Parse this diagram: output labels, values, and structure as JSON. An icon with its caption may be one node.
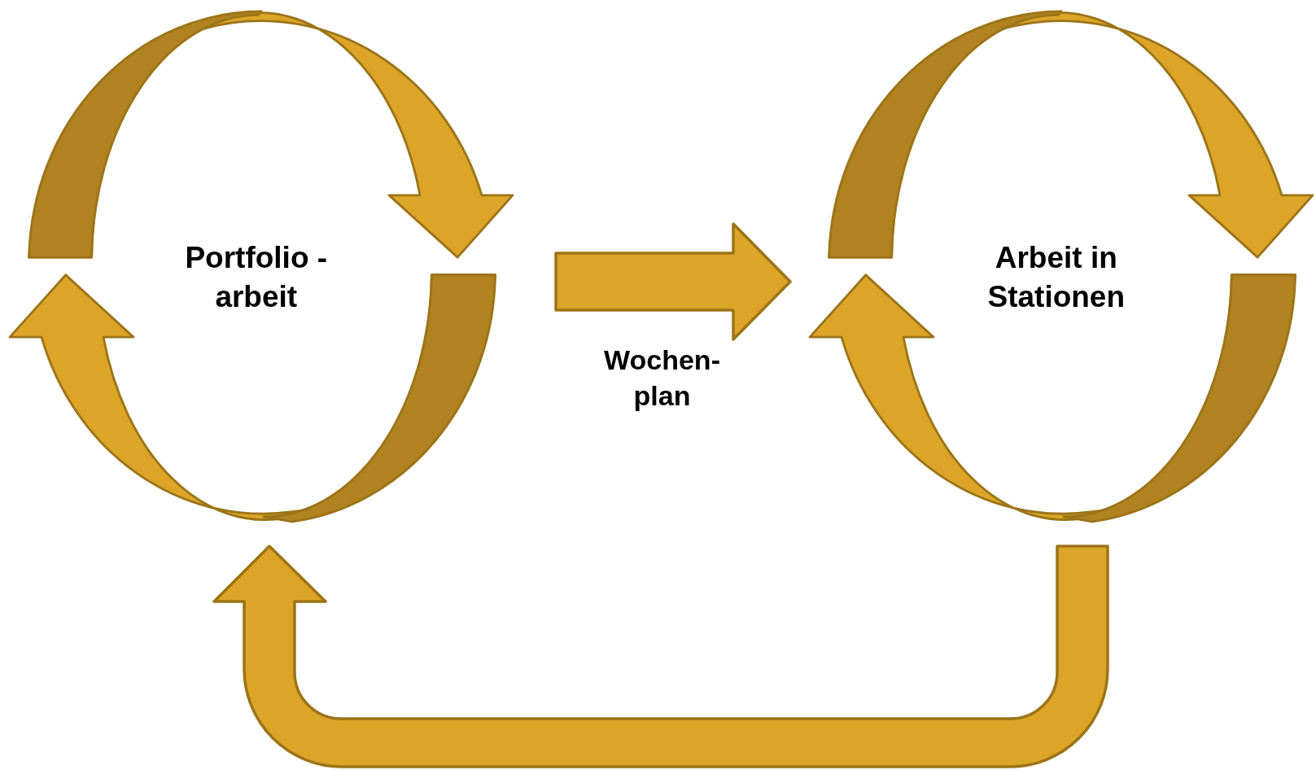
{
  "diagram": {
    "nodes": [
      {
        "text": [
          "Portfolio -arbeit"
        ]
      },
      {
        "text": [
          "Arbeit in Stationen"
        ]
      }
    ],
    "edges": [
      {
        "from": 0,
        "to": 1,
        "arrow": "to",
        "style": "thick",
        "label": "Wochen- plan"
      },
      {
        "from": 1,
        "to": 0,
        "arrow": "to",
        "style": "thick"
      }
    ]
  }
}
